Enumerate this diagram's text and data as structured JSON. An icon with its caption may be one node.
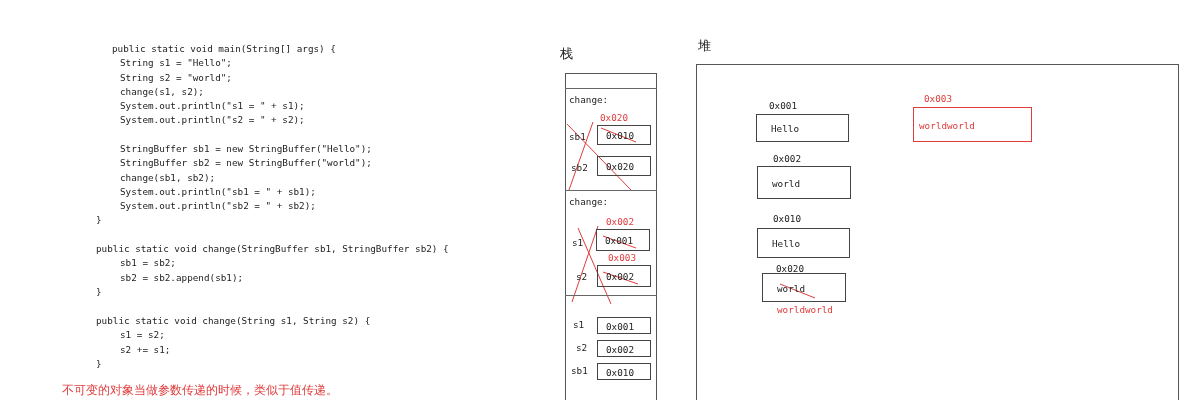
{
  "diagram": {
    "nodes": [
      {
        "text": [
          "栈"
        ]
      },
      {
        "text": [
          "change:"
        ],
        "in": 0
      },
      {
        "text": [
          "0x010"
        ],
        "in": 1,
        "beside": [
          "sb1",
          "0x020"
        ]
      },
      {
        "text": [
          "0x020"
        ],
        "in": 1,
        "beside": [
          "sb2"
        ]
      },
      {
        "text": [
          "change:"
        ],
        "in": 0
      },
      {
        "text": [
          "0x001"
        ],
        "in": 4,
        "beside": [
          "s1",
          "0x002"
        ]
      },
      {
        "text": [
          "0x002"
        ],
        "in": 4,
        "beside": [
          "s2",
          "0x003"
        ]
      },
      {
        "text": [],
        "shape": "box",
        "in": 0
      },
      {
        "text": [
          "0x001"
        ],
        "in": 7,
        "beside": [
          "s1"
        ]
      },
      {
        "text": [
          "0x002"
        ],
        "in": 7,
        "beside": [
          "s2"
        ]
      },
      {
        "text": [
          "0x010"
        ],
        "in": 7,
        "beside": [
          "sb1"
        ]
      },
      {
        "text": [
          "堆"
        ]
      },
      {
        "text": [
          "Hello"
        ],
        "in": 11,
        "beside": [
          "0x001"
        ]
      },
      {
        "text": [
          "world"
        ],
        "in": 11,
        "beside": [
          "0x002"
        ]
      },
      {
        "text": [
          "Hello"
        ],
        "in": 11,
        "beside": [
          "0x010"
        ]
      },
      {
        "text": [
          "world",
          "worldworld"
        ],
        "in": 11,
        "beside": [
          "0x020"
        ]
      },
      {
        "text": [
          "worldworld"
        ],
        "in": 11,
        "beside": [
          "0x003"
        ]
      }
    ],
    "labels": [
      "public static void main(String[] args) {",
      "String s1 = \"Hello\";",
      "String s2 = \"world\";",
      "change(s1, s2);",
      "System.out.println(\"s1 = \" + s1);",
      "System.out.println(\"s2 = \" + s2);",
      "StringBuffer sb1 = new StringBuffer(\"Hello\");",
      "StringBuffer sb2 = new StringBuffer(\"world\");",
      "change(sb1, sb2);",
      "System.out.println(\"sb1 = \" + sb1);",
      "System.out.println(\"sb2 = \" + sb2);",
      "}",
      "public static void change(StringBuffer sb1, StringBuffer sb2) {",
      "sb1 = sb2;",
      "sb2 = sb2.append(sb1);",
      "}",
      "public static void change(String s1, String s2) {",
      "s1 = s2;",
      "s2 += s1;",
      "}",
      "不可变的对象当做参数传递的时候，类似于值传递。"
    ]
  }
}
